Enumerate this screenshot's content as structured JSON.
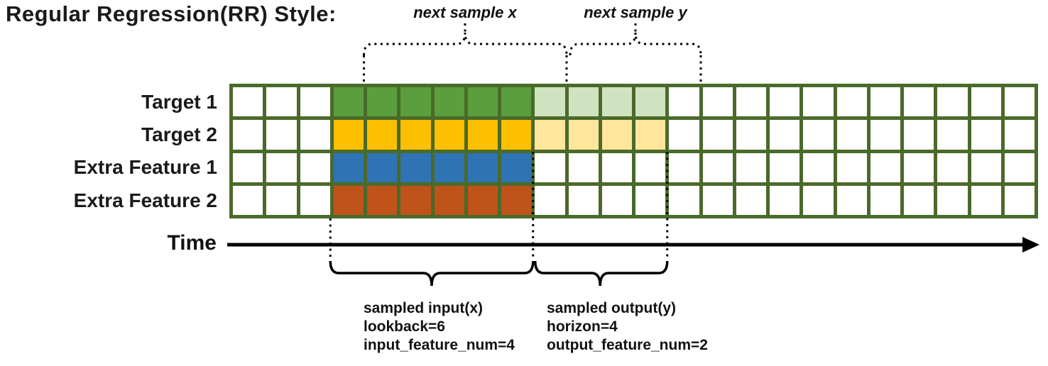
{
  "title": "Regular Regression(RR) Style:",
  "colors": {
    "grid_line": "#4a6a2a",
    "cell_empty": "#ffffff",
    "target1_input": "#5b9e3d",
    "target1_output": "#cfe3c0",
    "target2_input": "#fcc000",
    "target2_output": "#ffe69c",
    "extra1_input": "#2e74b5",
    "extra2_input": "#c0531a",
    "line_black": "#000000"
  },
  "grid": {
    "columns": 24,
    "input_start_col": 3,
    "lookback": 6,
    "horizon": 4,
    "rows": [
      {
        "label": "Target 1",
        "input_color": "#5b9e3d",
        "output_color": "#cfe3c0"
      },
      {
        "label": "Target 2",
        "input_color": "#fcc000",
        "output_color": "#ffe69c"
      },
      {
        "label": "Extra Feature 1",
        "input_color": "#2e74b5",
        "output_color": null
      },
      {
        "label": "Extra Feature 2",
        "input_color": "#c0531a",
        "output_color": null
      }
    ]
  },
  "annotations": {
    "next_sample_x": "next sample x",
    "next_sample_y": "next sample y",
    "time_label": "Time",
    "input_lines": [
      "sampled input(x)",
      "lookback=6",
      "input_feature_num=4"
    ],
    "output_lines": [
      "sampled output(y)",
      "horizon=4",
      "output_feature_num=2"
    ]
  }
}
